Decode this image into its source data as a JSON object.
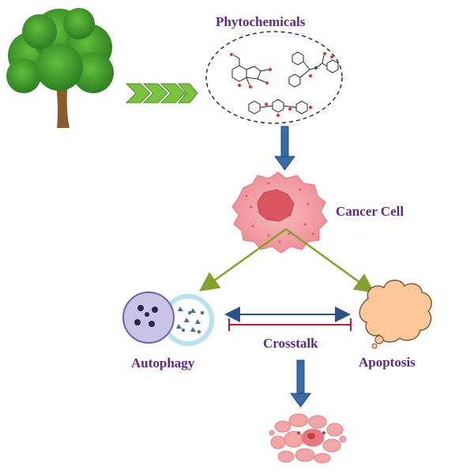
{
  "labels": {
    "phytochemicals": "Phytochemicals",
    "cancer_cell": "Cancer Cell",
    "autophagy": "Autophagy",
    "apoptosis": "Apoptosis",
    "crosstalk": "Crosstalk"
  },
  "colors": {
    "label_text": "#5a2a86",
    "tree_foliage": "#3f9a2e",
    "tree_trunk": "#8a5a2b",
    "chevron": "#7cc241",
    "down_arrow": "#3a6aa8",
    "cell_body": "#f2a3a8",
    "cell_nucleus": "#d9555f",
    "green_arrow": "#86a030",
    "autophagy_outer": "#c9c3e6",
    "autophagy_ring": "#b7e3ee",
    "apoptosis_body": "#ffc79a",
    "crosstalk_activation": "#2f4f8a",
    "crosstalk_inhibition": "#b0243a",
    "dead_cell": "#f3a6a6"
  },
  "icons": [
    "tree-icon",
    "chevron-arrows-icon",
    "molecule-structures-icon",
    "cancer-cell-icon",
    "autophagosome-icon",
    "apoptotic-cell-icon",
    "fragmented-cell-icon"
  ]
}
